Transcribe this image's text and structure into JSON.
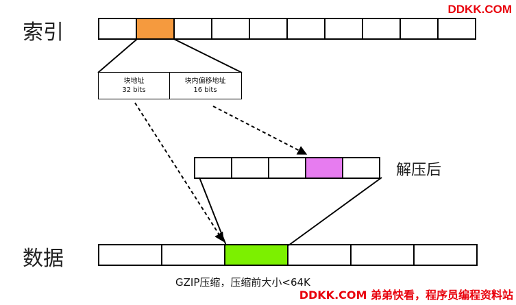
{
  "watermark_top": "DDKK.COM",
  "watermark_bottom": "DDKK.COM 弟弟快看，程序员编程资料站",
  "labels": {
    "index": "索引",
    "decompressed": "解压后",
    "data": "数据"
  },
  "fields": {
    "block_addr_title": "块地址",
    "block_addr_bits": "32 bits",
    "offset_title": "块内偏移地址",
    "offset_bits": "16 bits"
  },
  "caption": "GZIP压缩，压缩前大小<64K",
  "colors": {
    "index_highlight": "#f59a3e",
    "decompressed_highlight": "#e77cf0",
    "data_highlight": "#7cf000",
    "watermark": "#e8000b"
  },
  "rows": {
    "index_cells": 10,
    "index_highlight": 1,
    "decompressed_cells": 5,
    "decompressed_highlight": 3,
    "data_cells": 6,
    "data_highlight": 2
  }
}
